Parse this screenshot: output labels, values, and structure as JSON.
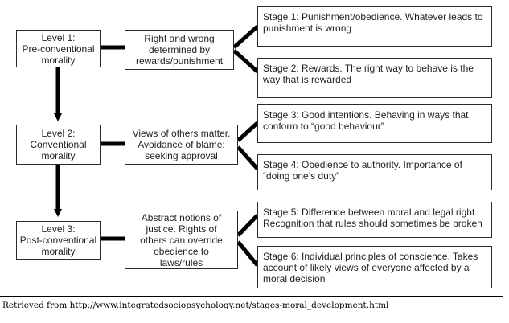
{
  "levels": [
    {
      "label": "Level 1:\nPre-conventional\nmorality",
      "summary": "Right and wrong\ndetermined by\nrewards/punishment",
      "stages": [
        "Stage 1: Punishment/obedience. Whatever leads to\npunishment is wrong",
        "Stage 2: Rewards. The right way to behave is the\nway that is rewarded"
      ]
    },
    {
      "label": "Level 2:\nConventional\nmorality",
      "summary": "Views of others matter.\nAvoidance of blame;\nseeking approval",
      "stages": [
        "Stage 3: Good intentions. Behaving in ways that\nconform to “good behaviour”",
        "Stage 4: Obedience to authority. Importance of\n“doing one’s duty”"
      ]
    },
    {
      "label": "Level 3:\nPost-conventional\nmorality",
      "summary": "Abstract notions of\njustice. Rights of\nothers can override\nobedience to\nlaws/rules",
      "stages": [
        "Stage 5: Difference between moral and legal right.\nRecognition that rules should sometimes be broken",
        "Stage 6: Individual principles of conscience. Takes\naccount of likely views of everyone affected by a\nmoral decision"
      ]
    }
  ],
  "source": "Retrieved from http://www.integratedsociopsychology.net/stages-moral_development.html"
}
